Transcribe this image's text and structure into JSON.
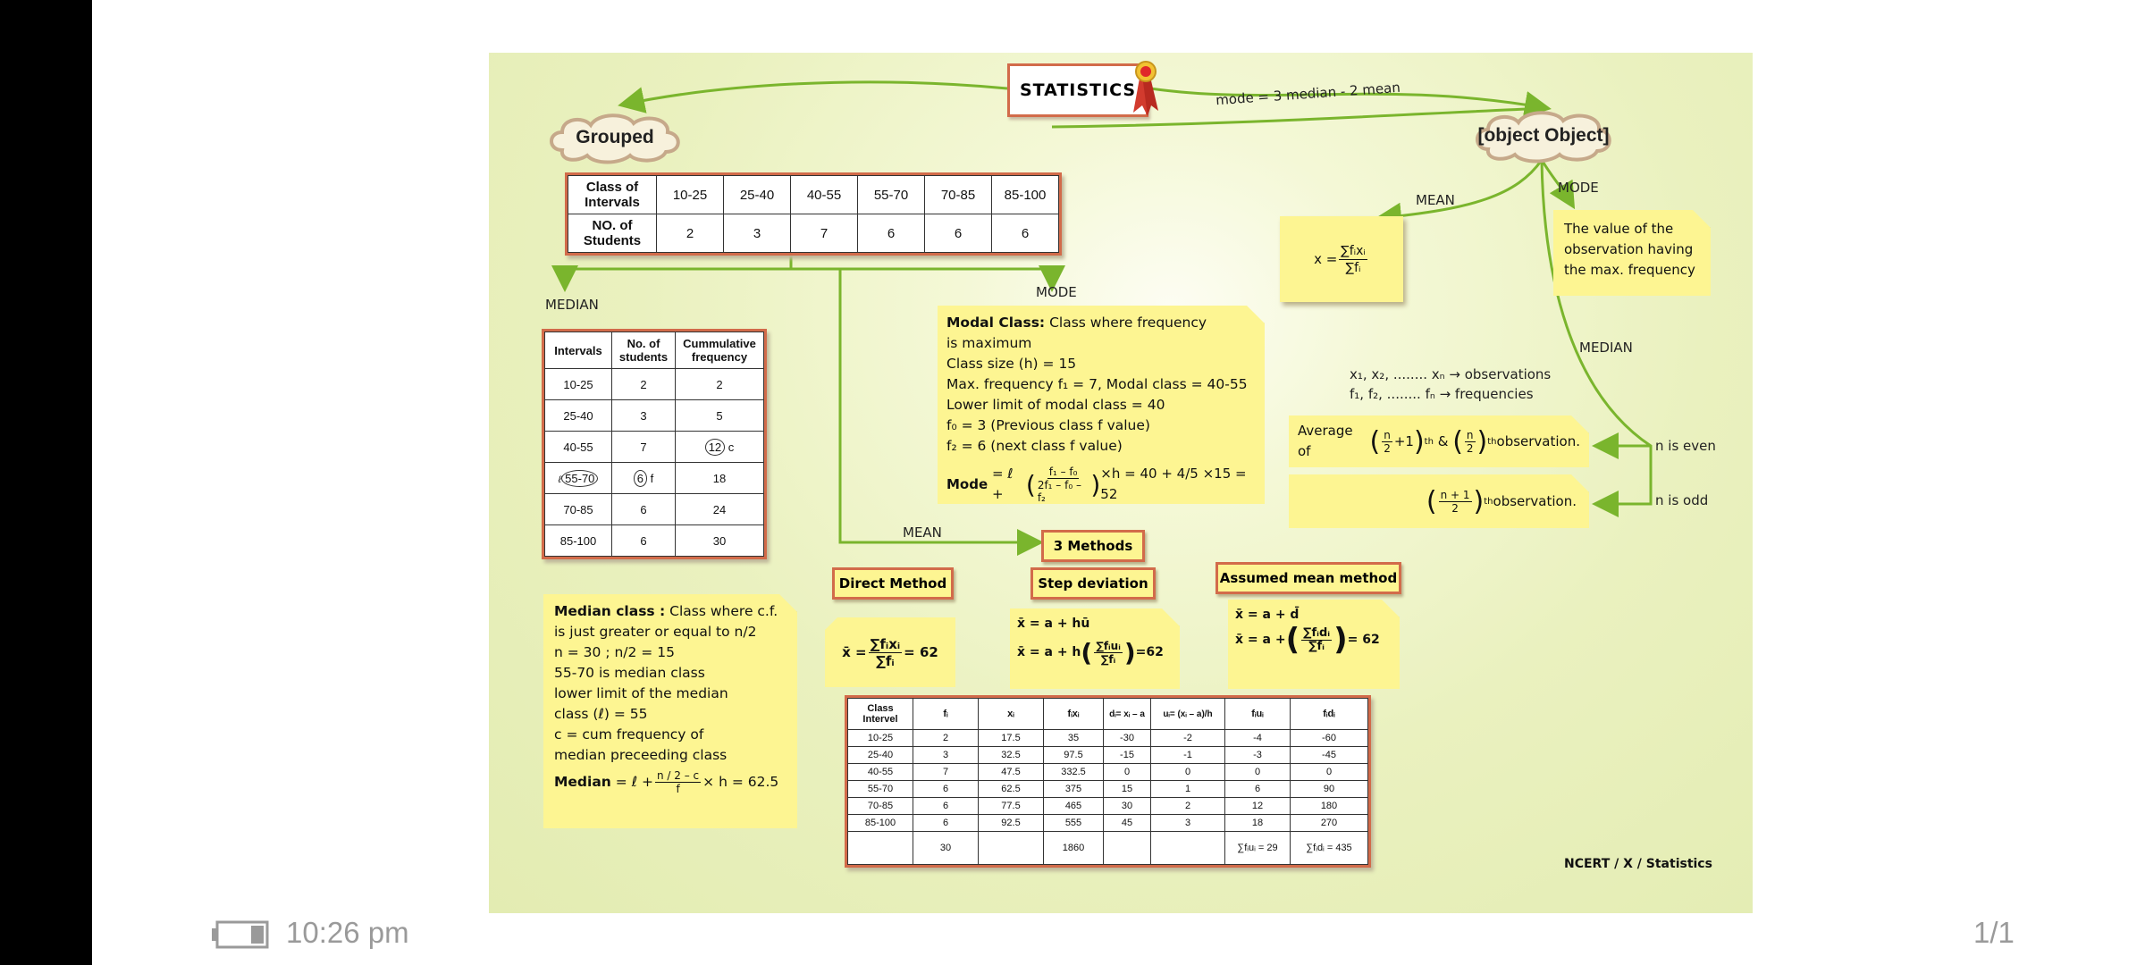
{
  "status_bar": {
    "time": "10:26 pm",
    "page_counter": "1/1"
  },
  "poster": {
    "title": "STATISTICS",
    "relation": "mode = 3 median - 2 mean",
    "grouped": "Grouped",
    "ungrouped": {
      "mean_label": "MEAN",
      "mode_label": "MODE",
      "median_label": "MEDIAN",
      "mean_lhs": "x =",
      "mean_num": "∑fᵢxᵢ",
      "mean_den": "∑fᵢ",
      "mode_text_1": "The value of the",
      "mode_text_2": "observation having",
      "mode_text_3": "the max. frequency",
      "obs_line": "x₁, x₂, ........ xₙ → observations",
      "freq_line": "f₁, f₂, ........ fₙ → frequencies",
      "even_pre": "Average of",
      "even_mid": "&",
      "even_post": "observation.",
      "odd_post": "observation.",
      "n_even": "n is even",
      "n_odd": "n is odd"
    },
    "footer": "NCERT / X / Statistics",
    "class_table": {
      "row1_label": "Class of Intervals",
      "row2_label": "NO. of Students",
      "intervals": [
        "10-25",
        "25-40",
        "40-55",
        "55-70",
        "70-85",
        "85-100"
      ],
      "students": [
        "2",
        "3",
        "7",
        "6",
        "6",
        "6"
      ]
    },
    "branch_labels": {
      "median": "MEDIAN",
      "mode": "MODE",
      "mean": "MEAN",
      "methods": "3 Methods"
    },
    "median_table": {
      "headers": [
        "Intervals",
        "No. of students",
        "Cummulative frequency"
      ],
      "rows": [
        [
          "10-25",
          "2",
          "2"
        ],
        [
          "25-40",
          "3",
          "5"
        ],
        [
          "40-55",
          "7",
          "12"
        ],
        [
          "55-70",
          "6",
          "18"
        ],
        [
          "70-85",
          "6",
          "24"
        ],
        [
          "85-100",
          "6",
          "30"
        ]
      ],
      "mark_c": "c",
      "mark_f": "f",
      "mark_l": "ℓ"
    },
    "mode_note": {
      "line1_bold": "Modal Class:",
      "line1_rest": " Class where frequency",
      "line2": "is maximum",
      "line3": "Class size (h) = 15",
      "line4": "Max. frequency f₁ = 7, Modal class = 40-55",
      "line5": "Lower limit of modal class = 40",
      "line6": "f₀ = 3 (Previous class f value)",
      "line7": "f₂ = 6 (next class f value)",
      "formula_label": "Mode",
      "formula_pre": "= ℓ +",
      "frac_num": "f₁ – f₀",
      "frac_den": "2f₁ – f₀ – f₂",
      "formula_post": "×h = 40 + 4/5 ×15 = 52"
    },
    "median_note": {
      "line1_bold": "Median class :",
      "line1_rest": " Class where c.f.",
      "line2": "is just greater or equal to n/2",
      "line3": "n = 30 ; n/2 = 15",
      "line4": "55-70 is median class",
      "line5": "lower limit of the median",
      "line6": "class (ℓ) = 55",
      "line7": "c = cum frequency of",
      "line8": "median preceeding class",
      "formula_label": "Median",
      "formula_pre": "= ℓ +",
      "frac_num": "n / 2 – c",
      "frac_den": "f",
      "formula_post": "× h   = 62.5"
    },
    "methods": {
      "direct": "Direct Method",
      "step": "Step deviation",
      "assumed": "Assumed mean method",
      "direct_formula_lhs": "x̄  =",
      "direct_num": "∑fᵢxᵢ",
      "direct_den": "∑fᵢ",
      "direct_result": "= 62",
      "step_line1": "x̄  = a + hū",
      "step_line2_pre": "x̄  = a + h",
      "step_num": "∑fᵢuᵢ",
      "step_den": "∑fᵢ",
      "step_result": "=62",
      "assumed_line1": "x̄  = a + d̄",
      "assumed_line2_pre": "x̄  = a +",
      "assumed_num": "∑fᵢdᵢ",
      "assumed_den": "∑fᵢ",
      "assumed_result": "= 62"
    },
    "mean_table": {
      "headers": [
        "Class Intervel",
        "fᵢ",
        "xᵢ",
        "fᵢxᵢ",
        "dᵢ= xᵢ – a",
        "uᵢ= (xᵢ – a)/h",
        "fᵢuᵢ",
        "fᵢdᵢ"
      ],
      "rows": [
        [
          "10-25",
          "2",
          "17.5",
          "35",
          "-30",
          "-2",
          "-4",
          "-60"
        ],
        [
          "25-40",
          "3",
          "32.5",
          "97.5",
          "-15",
          "-1",
          "-3",
          "-45"
        ],
        [
          "40-55",
          "7",
          "47.5",
          "332.5",
          "0",
          "0",
          "0",
          "0"
        ],
        [
          "55-70",
          "6",
          "62.5",
          "375",
          "15",
          "1",
          "6",
          "90"
        ],
        [
          "70-85",
          "6",
          "77.5",
          "465",
          "30",
          "2",
          "12",
          "180"
        ],
        [
          "85-100",
          "6",
          "92.5",
          "555",
          "45",
          "3",
          "18",
          "270"
        ]
      ],
      "totals": [
        "",
        "30",
        "",
        "1860",
        "",
        "",
        "∑fᵢuᵢ = 29",
        "∑fᵢdᵢ  = 435"
      ]
    }
  }
}
